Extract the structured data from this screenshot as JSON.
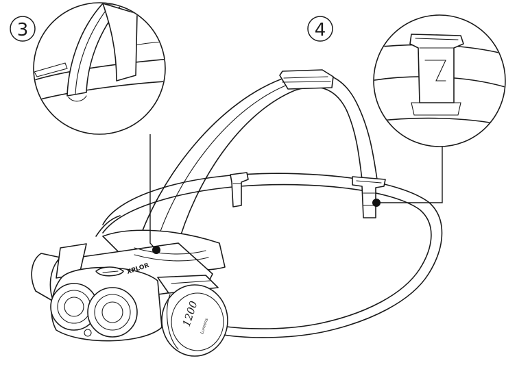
{
  "callouts": [
    {
      "label": "3",
      "target": "strap-slot"
    },
    {
      "label": "4",
      "target": "strap-buckle"
    }
  ],
  "product": {
    "brand": "XPLOR",
    "lumens_value": "1200",
    "lumens_unit": "Lumens"
  },
  "colors": {
    "ink": "#1a1a1a",
    "paper": "#ffffff"
  }
}
